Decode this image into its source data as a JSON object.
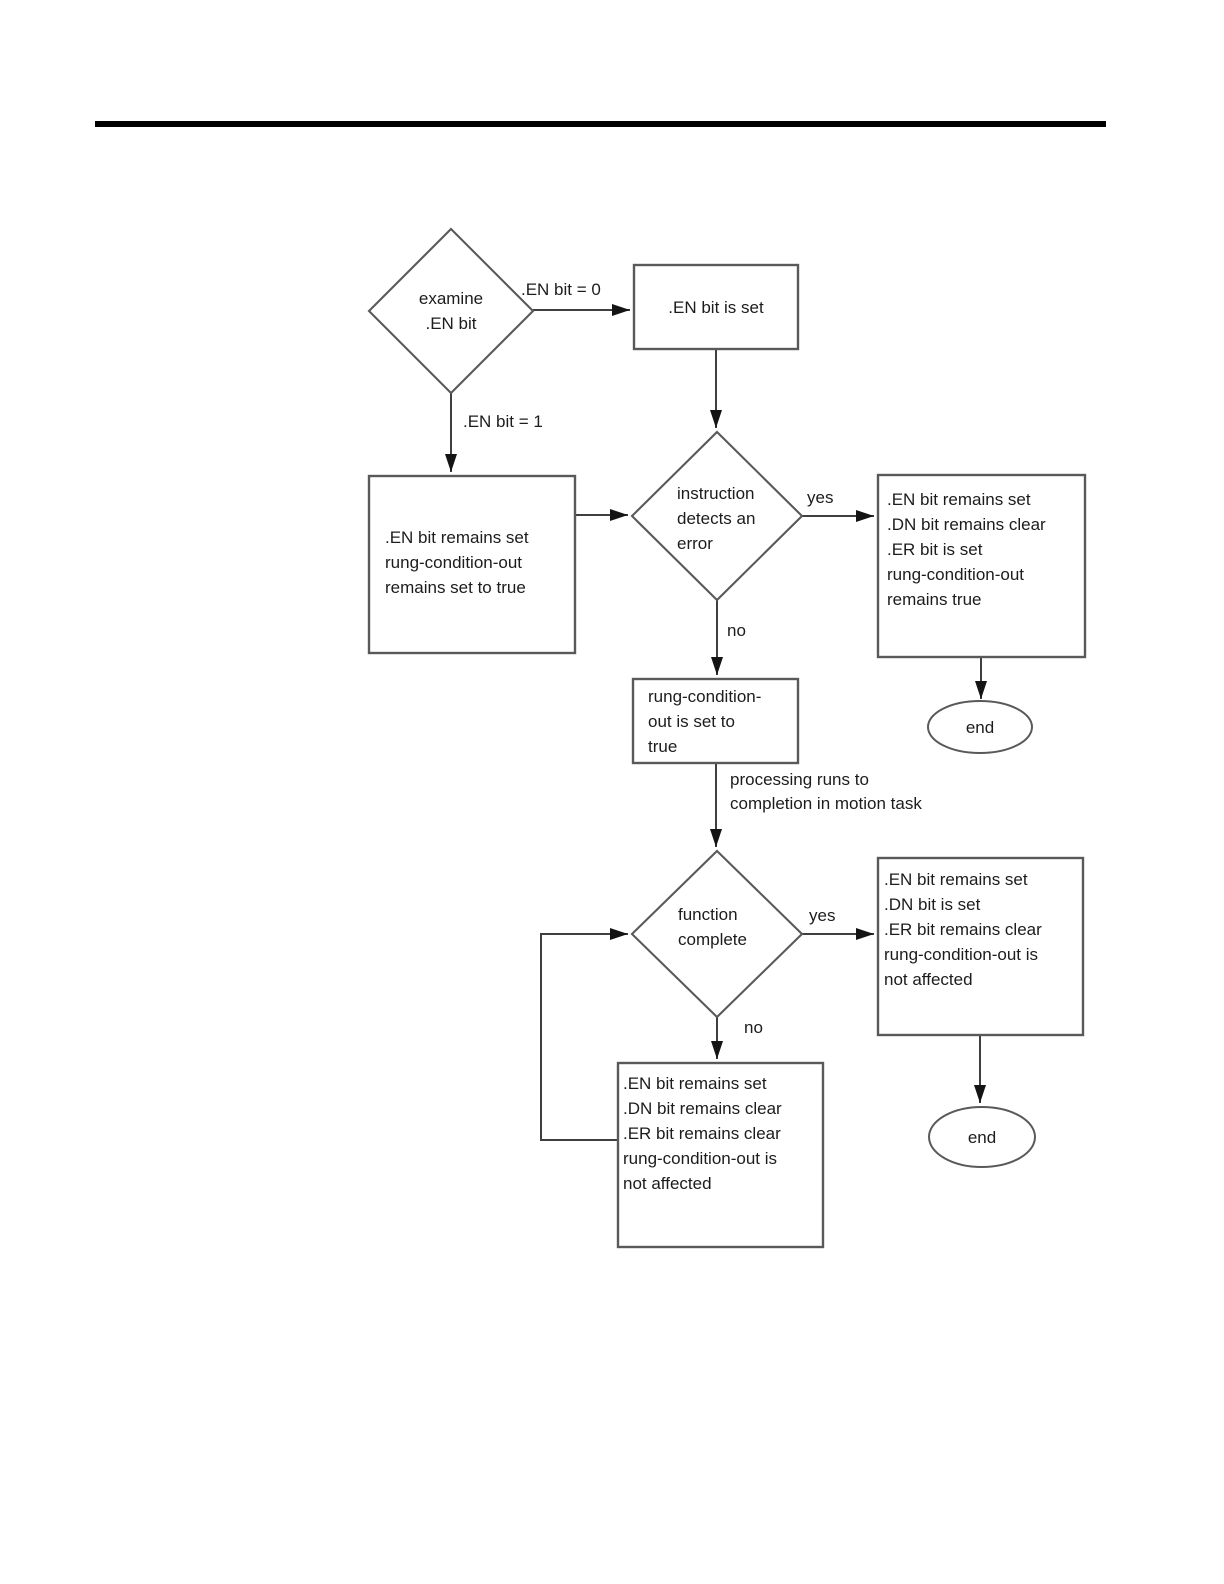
{
  "theme": {
    "background": "#ffffff",
    "rule": "#000000",
    "shape_stroke": "#595959",
    "line": "#3f3f3f",
    "arrow": "#141414",
    "text": "#1c1c1c"
  },
  "flowchart": {
    "nodes": {
      "examine_diamond": {
        "label": "examine\n.EN bit"
      },
      "en_set_box": {
        "label": ".EN bit is set"
      },
      "en_remains_box": {
        "label": ".EN bit remains set\nrung-condition-out\nremains set to true"
      },
      "error_diamond": {
        "label": "instruction\ndetects an\nerror"
      },
      "error_box": {
        "label": ".EN bit remains set\n.DN bit remains clear\n.ER bit is set\nrung-condition-out\nremains true"
      },
      "end_1": {
        "label": "end"
      },
      "rung_box": {
        "label": "rung-condition-\nout is set to\ntrue"
      },
      "function_diamond": {
        "label": "function\ncomplete"
      },
      "complete_box": {
        "label": ".EN bit remains set\n.DN bit is set\n.ER bit remains clear\nrung-condition-out is\nnot affected"
      },
      "end_2": {
        "label": "end"
      },
      "incomplete_box": {
        "label": ".EN bit remains set\n.DN bit remains clear\n.ER bit remains clear\nrung-condition-out is\nnot affected"
      }
    },
    "edge_labels": {
      "en_bit_0": ".EN bit = 0",
      "en_bit_1": ".EN bit = 1",
      "yes_1": "yes",
      "no_1": "no",
      "processing": "processing runs to\ncompletion in motion task",
      "yes_2": "yes",
      "no_2": "no"
    }
  }
}
